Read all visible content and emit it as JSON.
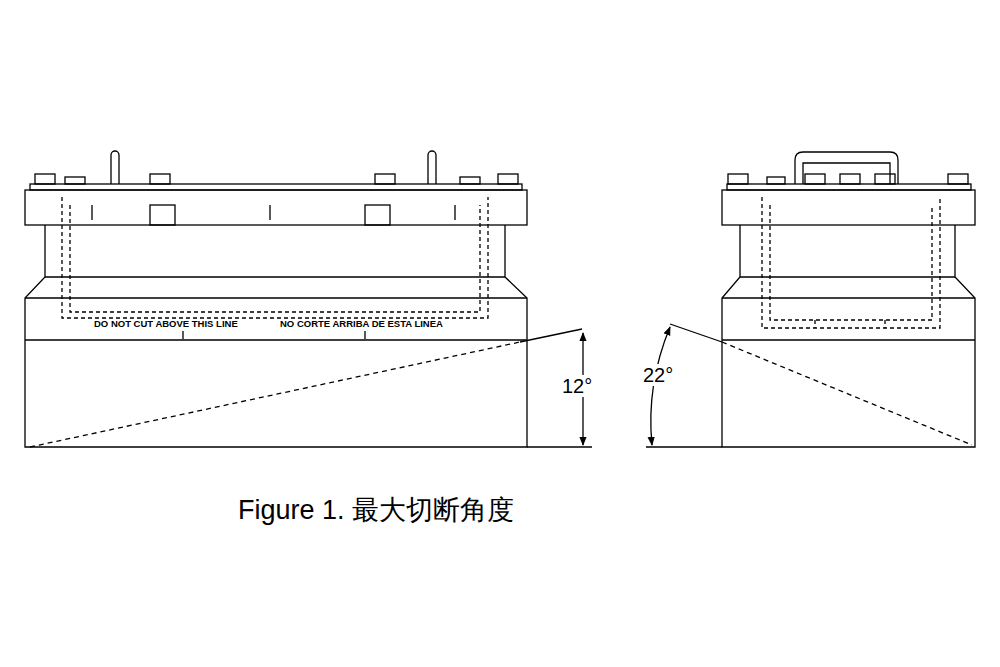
{
  "diagram": {
    "caption": "Figure 1. 最大切断角度",
    "labels": [
      "DO NOT CUT ABOVE THIS LINE",
      "NO CORTE ARRIBA DE ESTA LINEA",
      "12°",
      "22°"
    ]
  }
}
